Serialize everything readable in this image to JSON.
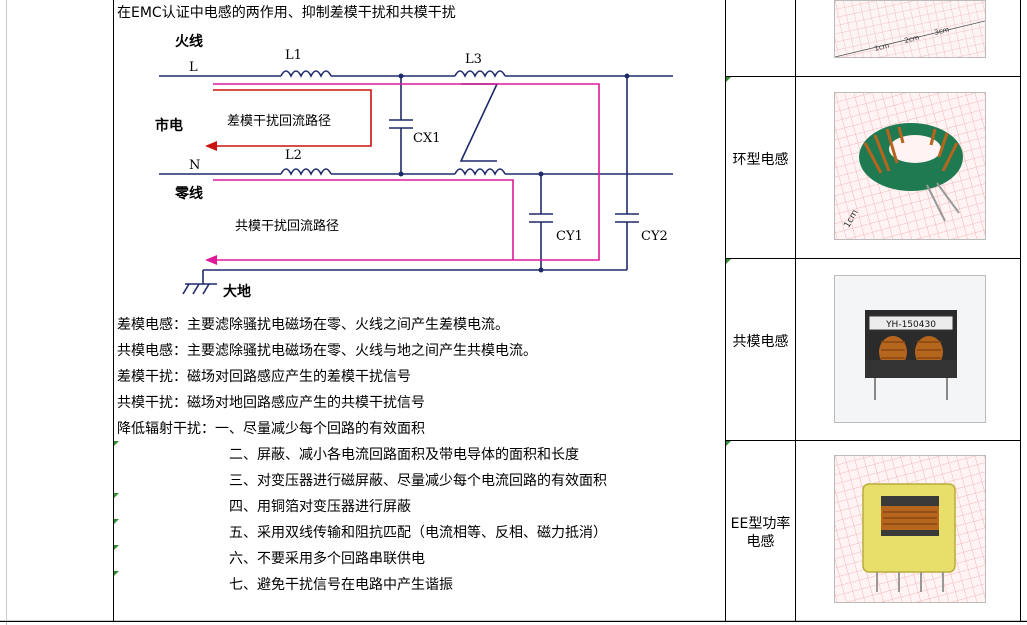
{
  "title": "在EMC认证中电感的两作用、抑制差模干扰和共模干扰",
  "diagram": {
    "live_label": "火线",
    "L_label": "L",
    "mains_label": "市电",
    "N_label": "N",
    "neutral_label": "零线",
    "L1": "L1",
    "L2": "L2",
    "L3": "L3",
    "CX1": "CX1",
    "CY1": "CY1",
    "CY2": "CY2",
    "diff_path": "差模干扰回流路径",
    "common_path": "共模干扰回流路径",
    "ground_label": "大地"
  },
  "lines": [
    "差模电感：主要滤除骚扰电磁场在零、火线之间产生差模电流。",
    "共模电感：主要滤除骚扰电磁场在零、火线与地之间产生共模电流。",
    "差模干扰：磁场对回路感应产生的差模干扰信号",
    "共模干扰：磁场对地回路感应产生的共模干扰信号",
    "降低辐射干扰：一、尽量减少每个回路的有效面积"
  ],
  "sublines": [
    "二、屏蔽、减小各电流回路面积及带电导体的面积和长度",
    "三、对变压器进行磁屏蔽、尽量减少每个电流回路的有效面积",
    "四、用铜箔对变压器进行屏蔽",
    "五、采用双线传输和阻抗匹配（电流相等、反相、磁力抵消）",
    "六、不要采用多个回路串联供电",
    "七、避免干扰信号在电路中产生谐振"
  ],
  "products": [
    {
      "name": "环型电感",
      "image": "toroid-inductor-photo"
    },
    {
      "name": "共模电感",
      "image": "common-mode-choke-photo",
      "marking": "YH-150430"
    },
    {
      "name": "EE型功率\n电感",
      "image": "ee-power-inductor-photo"
    }
  ],
  "top_photo_marks": [
    "1cm",
    "2cm",
    "3cm"
  ],
  "toroid_mark": "1cm",
  "colors": {
    "wire": "#1f2a6b",
    "path": "#e0199a",
    "arrow": "#cc1111",
    "grid_bg": "#ffffff"
  }
}
